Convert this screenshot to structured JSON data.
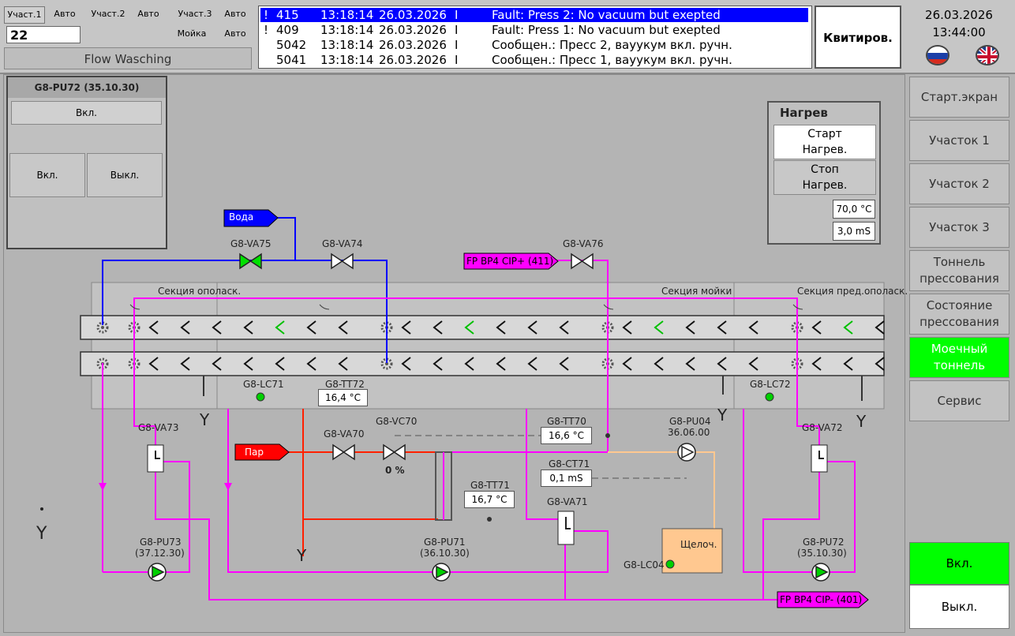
{
  "header": {
    "zones": [
      {
        "label": "Участ.1",
        "mode": "Авто"
      },
      {
        "label": "Участ.2",
        "mode": "Авто"
      },
      {
        "label": "Участ.3",
        "mode": "Авто"
      },
      {
        "label": "Мойка",
        "mode": "Авто"
      }
    ],
    "counter": "22",
    "flow_button": "Flow Wasching",
    "ack_label": "Квитиров.",
    "date": "26.03.2026",
    "time": "13:44:00"
  },
  "alarms": [
    {
      "flag": "!",
      "id": "415",
      "time": "13:18:14",
      "date": "26.03.2026",
      "type": "I",
      "text": "Fault: Press 2: No vacuum but exepted",
      "selected": true
    },
    {
      "flag": "!",
      "id": "409",
      "time": "13:18:14",
      "date": "26.03.2026",
      "type": "I",
      "text": "Fault: Press 1: No vacuum but exepted",
      "selected": false
    },
    {
      "flag": "",
      "id": "5042",
      "time": "13:18:14",
      "date": "26.03.2026",
      "type": "I",
      "text": "Сообщен.: Пресс 2, вауукум вкл. ручн.",
      "selected": false
    },
    {
      "flag": "",
      "id": "5041",
      "time": "13:18:14",
      "date": "26.03.2026",
      "type": "I",
      "text": "Сообщен.: Пресс 1, вауукум вкл. ручн.",
      "selected": false
    }
  ],
  "sidebar": [
    {
      "label": "Старт.экран"
    },
    {
      "label": "Участок 1"
    },
    {
      "label": "Участок 2"
    },
    {
      "label": "Участок 3"
    },
    {
      "label": "Тоннель прессования"
    },
    {
      "label": "Состояние прессования"
    },
    {
      "label": "Моечный тоннель",
      "active": true
    },
    {
      "label": "Сервис"
    }
  ],
  "sidebar_bottom": {
    "on": "Вкл.",
    "off": "Выкл."
  },
  "pump_panel": {
    "title": "G8-PU72 (35.10.30)",
    "status": "Вкл.",
    "on": "Вкл.",
    "off": "Выкл."
  },
  "heating": {
    "title": "Нагрев",
    "start": "Старт Нагрев.",
    "stop": "Стоп Нагрев.",
    "temp": "70,0 °C",
    "cond": "3,0 mS"
  },
  "diagram": {
    "water": "Вода",
    "steam": "Пар",
    "cip_plus": "FP BP4 CIP+ (411)",
    "cip_minus": "FP BP4 CIP- (401)",
    "sections": [
      "Секция ополаск.",
      "Секция мойки",
      "Секция пред.ополаск."
    ],
    "valves": [
      "G8-VA75",
      "G8-VA74",
      "G8-VA76",
      "G8-VA73",
      "G8-VA70",
      "G8-VC70",
      "G8-VA71",
      "G8-VA72"
    ],
    "vc70_pos": "0 %",
    "lc71": "G8-LC71",
    "lc72": "G8-LC72",
    "lc04": "G8-LC04",
    "tt72": {
      "name": "G8-TT72",
      "value": "16,4 °C"
    },
    "tt70": {
      "name": "G8-TT70",
      "value": "16,6 °C"
    },
    "ct71": {
      "name": "G8-CT71",
      "value": "0,1 mS"
    },
    "tt71": {
      "name": "G8-TT71",
      "value": "16,7 °C"
    },
    "pu04": {
      "name": "G8-PU04",
      "code": "36.06.00"
    },
    "pu73": {
      "name": "G8-PU73",
      "code": "(37.12.30)"
    },
    "pu71": {
      "name": "G8-PU71",
      "code": "(36.10.30)"
    },
    "pu72": {
      "name": "G8-PU72",
      "code": "(35.10.30)"
    },
    "tank": "Щелоч.",
    "y": "Y"
  },
  "colors": {
    "alarm_select": "#0000ff",
    "water": "#0000ff",
    "cip": "#ff00ff",
    "steam": "#ff0000",
    "lye": "#ffc890",
    "active": "#00ff00"
  }
}
